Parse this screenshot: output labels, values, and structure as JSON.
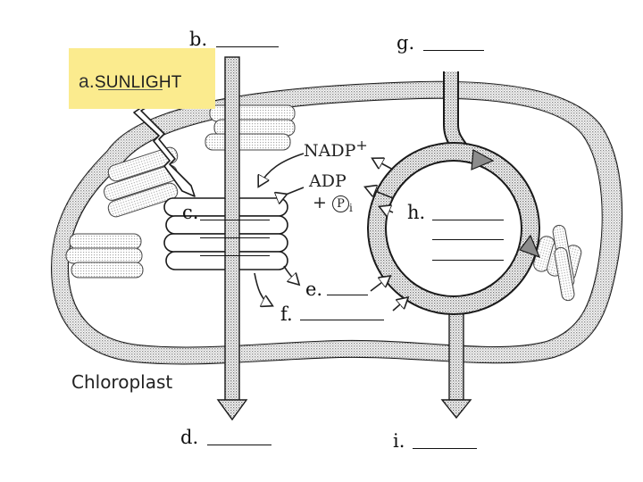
{
  "callout": {
    "letter": "a.",
    "word": "SUNLIGHT",
    "color": "#fbeb8e"
  },
  "labels": {
    "b": "b.",
    "c": "c.",
    "d": "d.",
    "e": "e.",
    "f": "f.",
    "g": "g.",
    "h": "h.",
    "i": "i."
  },
  "chemicals": {
    "nadp": "NADP",
    "nadp_charge": "+",
    "adp": "ADP",
    "plus": "+",
    "pi_letter": "P",
    "pi_sub": "i"
  },
  "caption": "Chloroplast",
  "colors": {
    "stipple": "#9a9a9a",
    "outline": "#1a1a1a",
    "arrow_fill": "#8c8c8c"
  }
}
